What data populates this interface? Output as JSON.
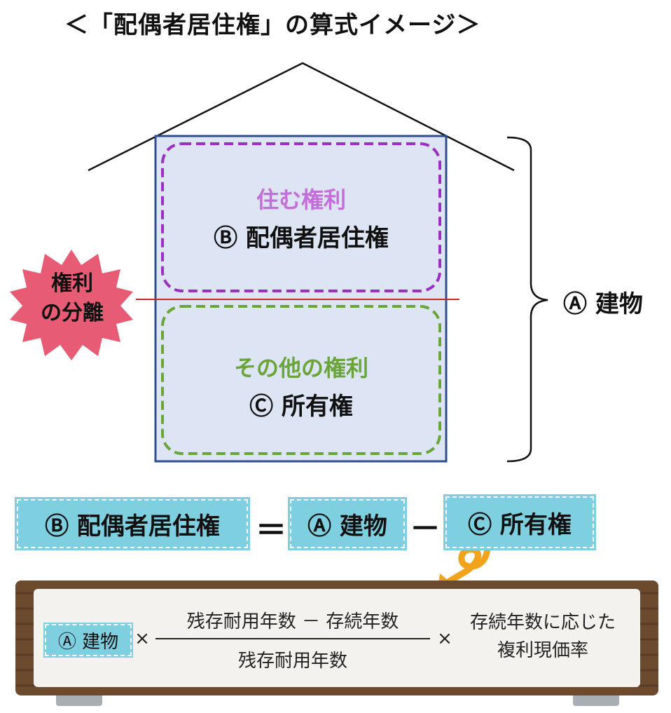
{
  "title": "＜「配偶者居住権」の算式イメージ＞",
  "house": {
    "upper_sub": "住む権利",
    "upper_main": "Ⓑ 配偶者居住権",
    "lower_sub": "その他の権利",
    "lower_main": "Ⓒ 所有権",
    "separation_line1": "権利",
    "separation_line2": "の分離",
    "building_label": "Ⓐ 建物"
  },
  "equation": {
    "left": "Ⓑ 配偶者居住権",
    "equals": "＝",
    "middle": "Ⓐ 建物",
    "minus": "－",
    "right": "Ⓒ 所有権"
  },
  "formula": {
    "a_label": "Ⓐ 建物",
    "times1": "×",
    "numerator": "残存耐用年数 － 存続年数",
    "denominator": "残存耐用年数",
    "times2": "×",
    "rate_line1": "存続年数に応じた",
    "rate_line2": "複利現価率"
  },
  "colors": {
    "purple_dash": "#9b2fc2",
    "green_dash": "#6aa53a",
    "house_fill": "#dde4f4",
    "house_border": "#2e4f8c",
    "split_line": "#d0232b",
    "burst": "#e85b74",
    "tape": "#7ecfe0",
    "arrow": "#f2a31b",
    "board_wood": "#6b4a2e"
  }
}
